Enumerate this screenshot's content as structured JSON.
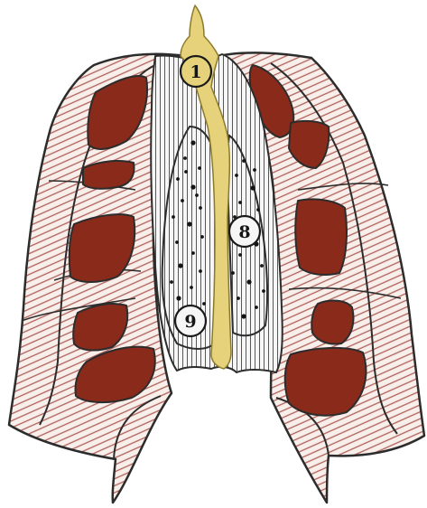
{
  "figure": {
    "labels": [
      {
        "id": "1",
        "text": "1"
      },
      {
        "id": "8",
        "text": "8"
      },
      {
        "id": "9",
        "text": "9"
      }
    ],
    "colors": {
      "background": "#ffffff",
      "wall_fill": "#f8efea",
      "wall_hatch": "#b0605a",
      "organ_fill": "#8a2a1a",
      "pleura_fill": "#f6f6f6",
      "pleura_lines": "#585858",
      "spine_fill": "#e6d27a",
      "outline": "#2c2c2c",
      "dot": "#141414"
    }
  }
}
